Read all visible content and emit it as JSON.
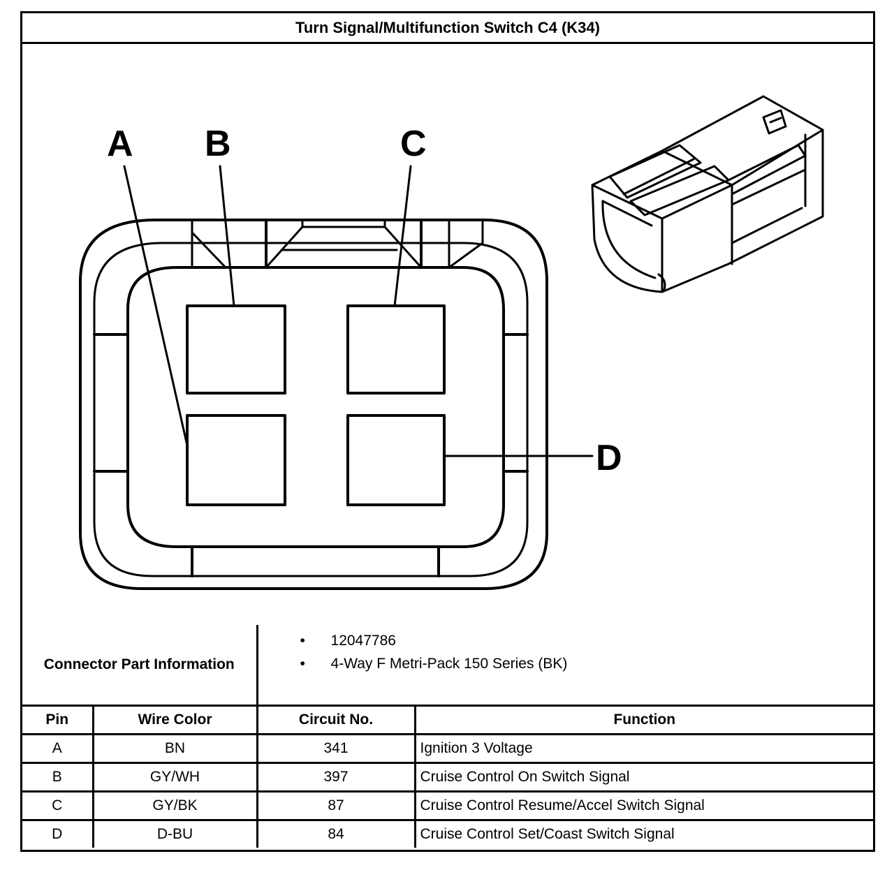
{
  "title": "Turn Signal/Multifunction Switch C4 (K34)",
  "pin_labels": [
    "A",
    "B",
    "C",
    "D"
  ],
  "connector_part_information": {
    "label": "Connector Part Information",
    "items": [
      "12047786",
      "4-Way F Metri-Pack 150 Series (BK)"
    ]
  },
  "table": {
    "headers": {
      "pin": "Pin",
      "wire_color": "Wire Color",
      "circuit_no": "Circuit No.",
      "function": "Function"
    },
    "rows": [
      {
        "pin": "A",
        "wire_color": "BN",
        "circuit_no": "341",
        "function": "Ignition 3 Voltage"
      },
      {
        "pin": "B",
        "wire_color": "GY/WH",
        "circuit_no": "397",
        "function": "Cruise Control On Switch Signal"
      },
      {
        "pin": "C",
        "wire_color": "GY/BK",
        "circuit_no": "87",
        "function": "Cruise Control Resume/Accel Switch Signal"
      },
      {
        "pin": "D",
        "wire_color": "D-BU",
        "circuit_no": "84",
        "function": "Cruise Control Set/Coast Switch Signal"
      }
    ]
  }
}
